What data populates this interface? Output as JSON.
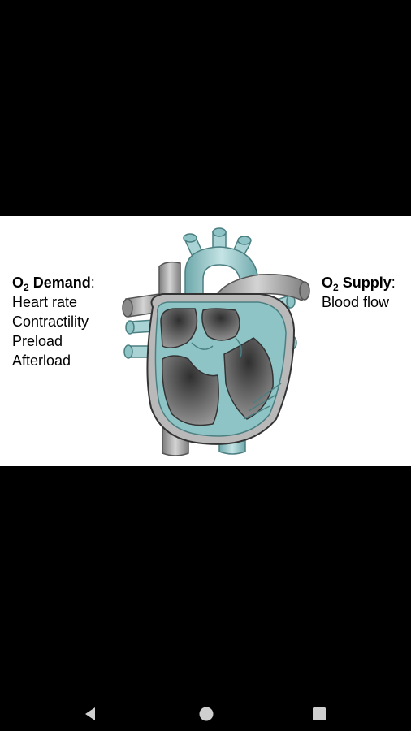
{
  "figure": {
    "demand": {
      "title_prefix": "O",
      "title_sub": "2",
      "title_suffix": " Demand",
      "colon": ":",
      "items": [
        "Heart rate",
        "Contractility",
        "Preload",
        "Afterload"
      ]
    },
    "supply": {
      "title_prefix": "O",
      "title_sub": "2",
      "title_suffix": " Supply",
      "colon": ":",
      "items": [
        "Blood flow"
      ]
    }
  },
  "navbar": {
    "back_icon": "back-triangle-icon",
    "home_icon": "home-circle-icon",
    "recents_icon": "recents-square-icon"
  },
  "colors": {
    "background": "#000000",
    "panel": "#ffffff",
    "teal": "#8fc4c6",
    "gray": "#9a9a9a",
    "nav_icon": "#cfcfcf"
  }
}
